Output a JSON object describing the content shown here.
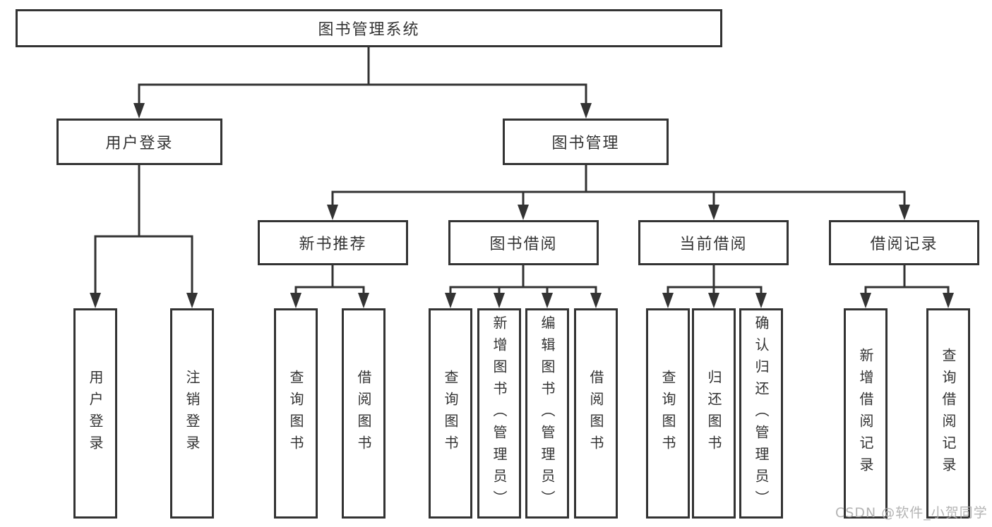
{
  "diagram": {
    "type": "hierarchy",
    "title": "图书管理系统",
    "tree": {
      "label": "图书管理系统",
      "children": [
        {
          "label": "用户登录",
          "children": [
            {
              "label": "用户登录"
            },
            {
              "label": "注销登录"
            }
          ]
        },
        {
          "label": "图书管理",
          "children": [
            {
              "label": "新书推荐",
              "children": [
                {
                  "label": "查询图书"
                },
                {
                  "label": "借阅图书"
                }
              ]
            },
            {
              "label": "图书借阅",
              "children": [
                {
                  "label": "查询图书"
                },
                {
                  "label": "新增图书（管理员）"
                },
                {
                  "label": "编辑图书（管理员）"
                },
                {
                  "label": "借阅图书"
                }
              ]
            },
            {
              "label": "当前借阅",
              "children": [
                {
                  "label": "查询图书"
                },
                {
                  "label": "归还图书"
                },
                {
                  "label": "确认归还（管理员）"
                }
              ]
            },
            {
              "label": "借阅记录",
              "children": [
                {
                  "label": "新增借阅记录"
                },
                {
                  "label": "查询借阅记录"
                }
              ]
            }
          ]
        }
      ]
    },
    "colors": {
      "line": "#333333",
      "box_border": "#333333",
      "text": "#333333",
      "background": "#ffffff",
      "watermark": "#acacac"
    }
  },
  "watermark": {
    "text": "CSDN @软件_小贺同学"
  }
}
